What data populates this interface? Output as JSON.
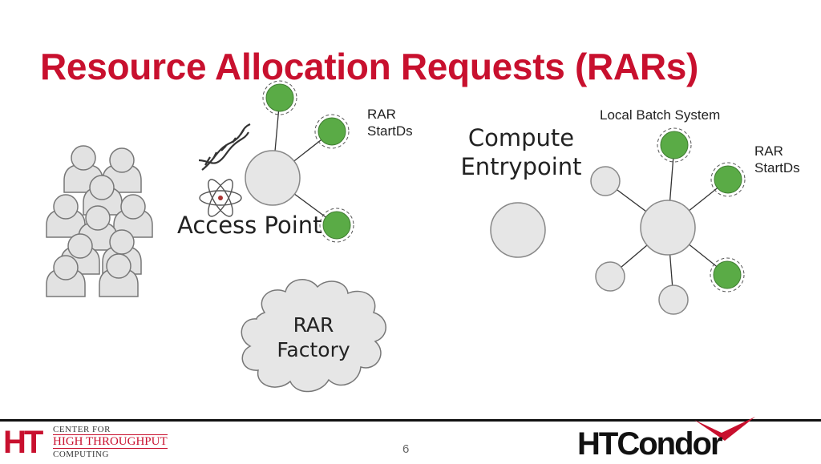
{
  "title": "Resource Allocation Requests (RARs)",
  "labels": {
    "rar_startds_left": [
      "RAR",
      "StartDs"
    ],
    "local_batch_system": "Local Batch System",
    "compute_entrypoint": [
      "Compute",
      "Entrypoint"
    ],
    "rar_startds_right": [
      "RAR",
      "StartDs"
    ],
    "access_point": "Access Point",
    "rar_factory": [
      "RAR",
      "Factory"
    ]
  },
  "footer": {
    "logo_left": {
      "mark": "HT",
      "line1": "CENTER FOR",
      "line2": "HIGH THROUGHPUT",
      "line3": "COMPUTING"
    },
    "logo_right": "HTCondor",
    "page_number": "6"
  },
  "colors": {
    "title": "#c8102e",
    "green_node": "#5aab46",
    "gray_node": "#e6e6e6",
    "node_stroke": "#888888"
  }
}
